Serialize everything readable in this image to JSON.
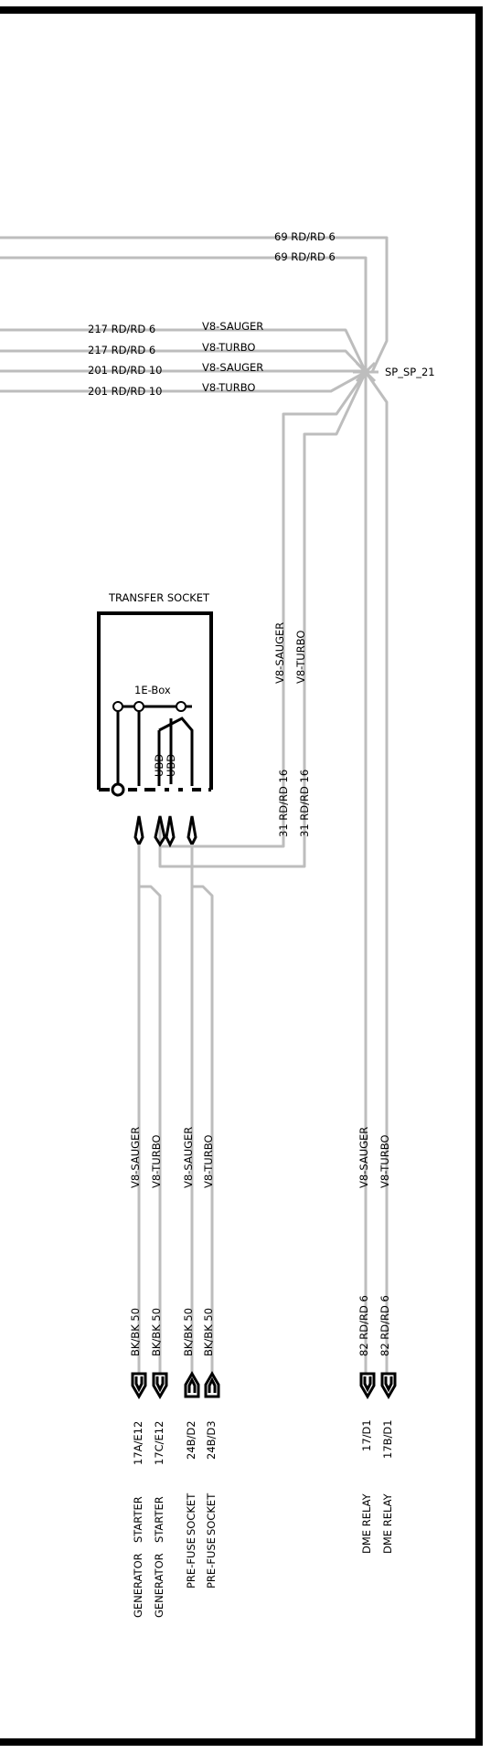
{
  "diagram": {
    "wires_top": [
      {
        "code": "69 RD/RD 6"
      },
      {
        "code": "69 RD/RD 6"
      },
      {
        "code": "217 RD/RD 6",
        "variant": "V8-SAUGER"
      },
      {
        "code": "217 RD/RD 6",
        "variant": "V8-TURBO"
      },
      {
        "code": "201 RD/RD 10",
        "variant": "V8-SAUGER"
      },
      {
        "code": "201 RD/RD 10",
        "variant": "V8-TURBO"
      }
    ],
    "splice": "SP_SP_21",
    "transfer_socket": {
      "title": "TRANSFER SOCKET",
      "box_label": "1E-Box",
      "ubd_labels": [
        "UBD",
        "UBD"
      ]
    },
    "vertical_wires": [
      {
        "variant": "V8-SAUGER",
        "code": "31 RD/RD 16"
      },
      {
        "variant": "V8-TURBO",
        "code": "31 RD/RD 16"
      }
    ],
    "bottom_connectors": [
      {
        "variant": "V8-SAUGER",
        "code": "BK/BK 50",
        "pin": "17A/E12",
        "component": "STARTER",
        "component2": "GENERATOR"
      },
      {
        "variant": "V8-TURBO",
        "code": "BK/BK 50",
        "pin": "17C/E12",
        "component": "STARTER",
        "component2": "GENERATOR"
      },
      {
        "variant": "V8-SAUGER",
        "code": "BK/BK 50",
        "pin": "24B/D2",
        "component": "SOCKET",
        "component2": "PRE-FUSE"
      },
      {
        "variant": "V8-TURBO",
        "code": "BK/BK 50",
        "pin": "24B/D3",
        "component": "SOCKET",
        "component2": "PRE-FUSE"
      },
      {
        "variant": "V8-SAUGER",
        "code": "82 RD/RD 6",
        "pin": "17/D1",
        "component": "DME RELAY",
        "component2": ""
      },
      {
        "variant": "V8-TURBO",
        "code": "82 RD/RD 6",
        "pin": "17B/D1",
        "component": "DME RELAY",
        "component2": ""
      }
    ]
  }
}
